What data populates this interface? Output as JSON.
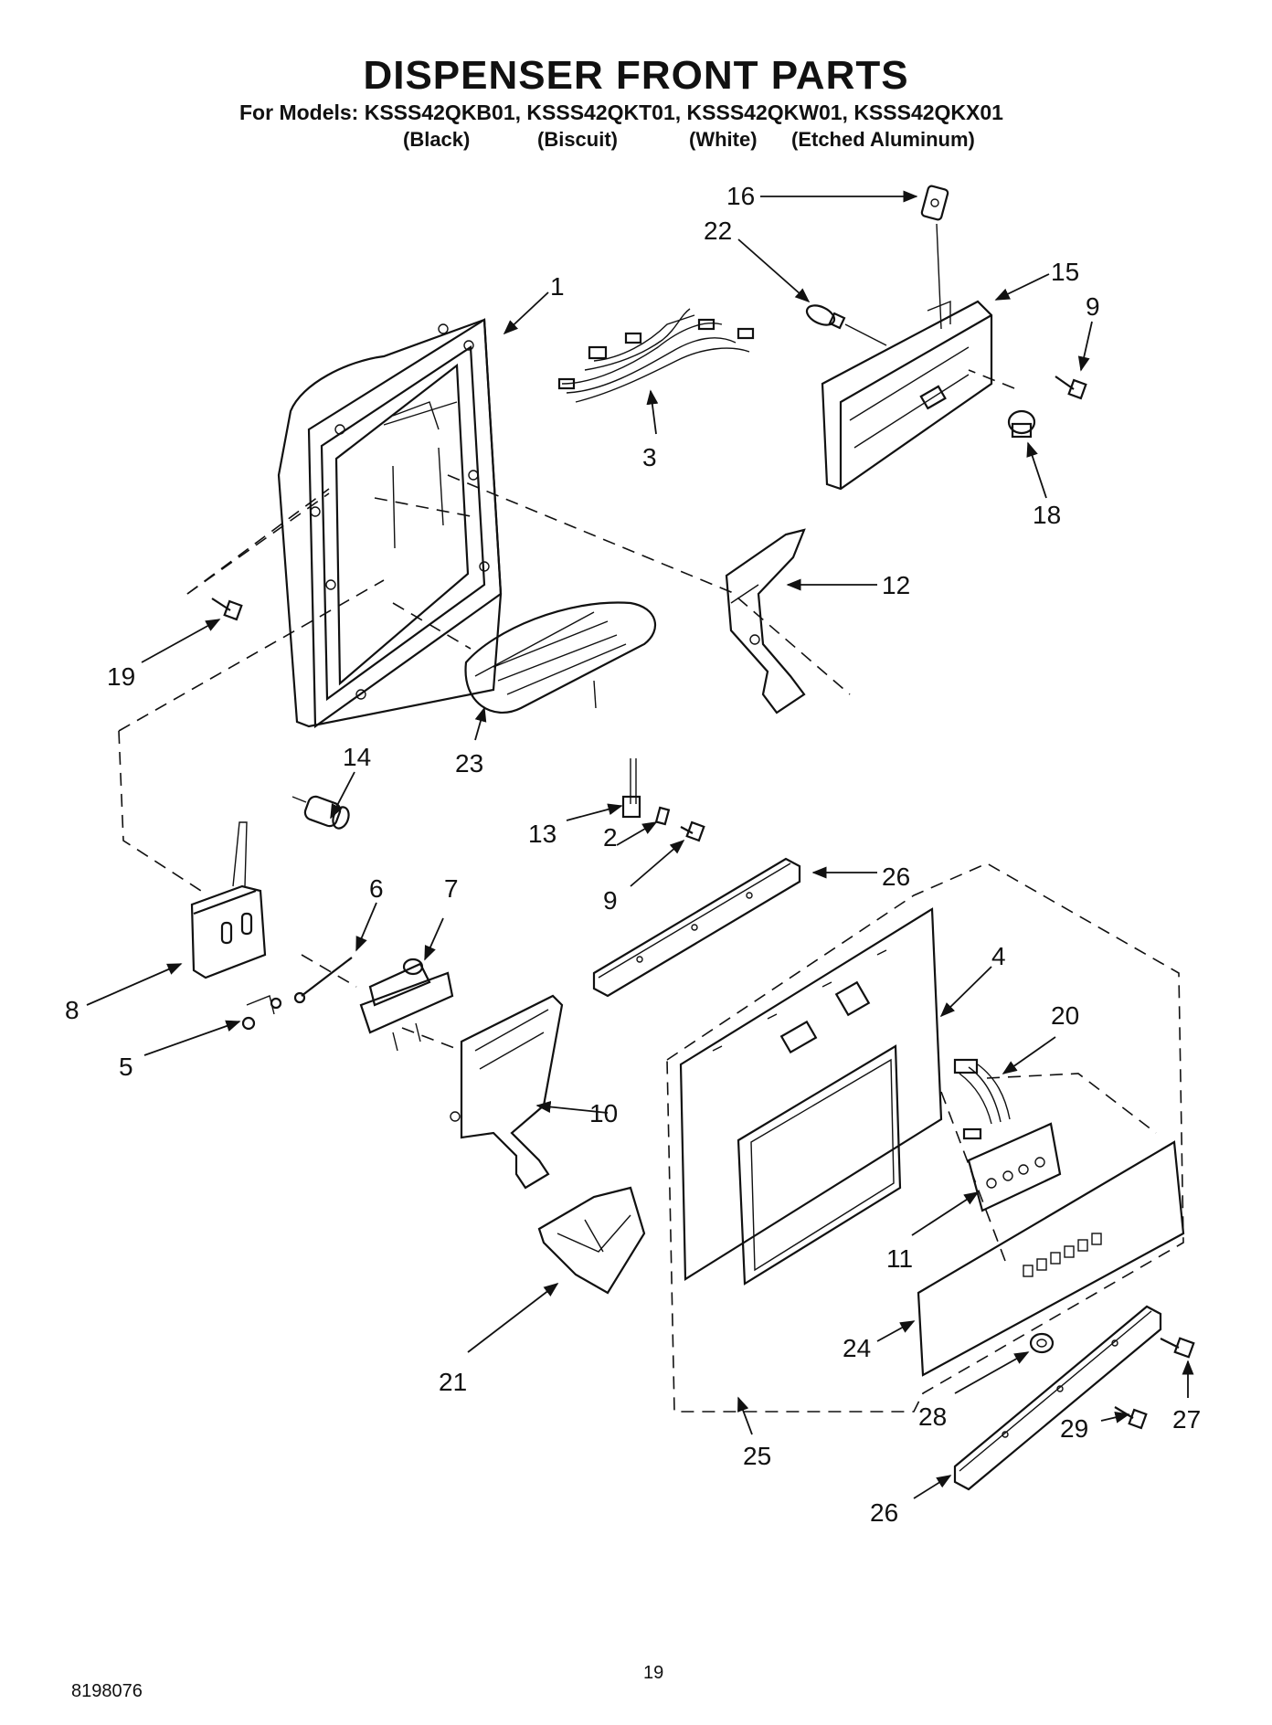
{
  "page": {
    "title": "DISPENSER FRONT PARTS",
    "models_line": "For Models: KSSS42QKB01, KSSS42QKT01, KSSS42QKW01, KSSS42QKX01",
    "variants": [
      "(Black)",
      "(Biscuit)",
      "(White)",
      "(Etched Aluminum)"
    ],
    "doc_number": "8198076",
    "page_number": "19"
  },
  "diagram": {
    "callouts": [
      "1",
      "2",
      "3",
      "4",
      "5",
      "6",
      "7",
      "8",
      "9",
      "9",
      "10",
      "11",
      "12",
      "13",
      "14",
      "15",
      "16",
      "18",
      "19",
      "20",
      "21",
      "22",
      "23",
      "24",
      "25",
      "26",
      "26",
      "27",
      "28",
      "29"
    ]
  }
}
